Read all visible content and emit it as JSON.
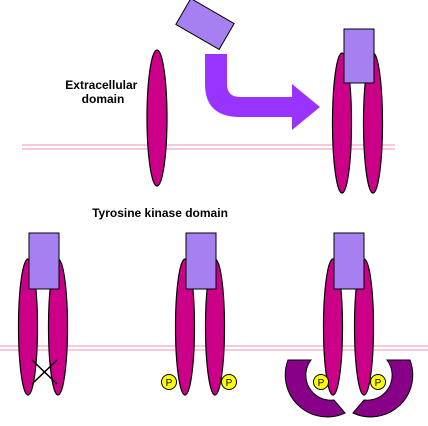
{
  "labels": {
    "extracellular": [
      "Extracellular",
      "domain"
    ],
    "tyrosine_kinase": "Tyrosine kinase domain",
    "phosphate": "P"
  },
  "colors": {
    "receptor": "#cc0088",
    "ligand": "#a680f0",
    "arrow": "#9933ff",
    "membrane": "#f4a8c8",
    "phosphate": "#ffff00",
    "kinase_clamp": "#880088"
  }
}
